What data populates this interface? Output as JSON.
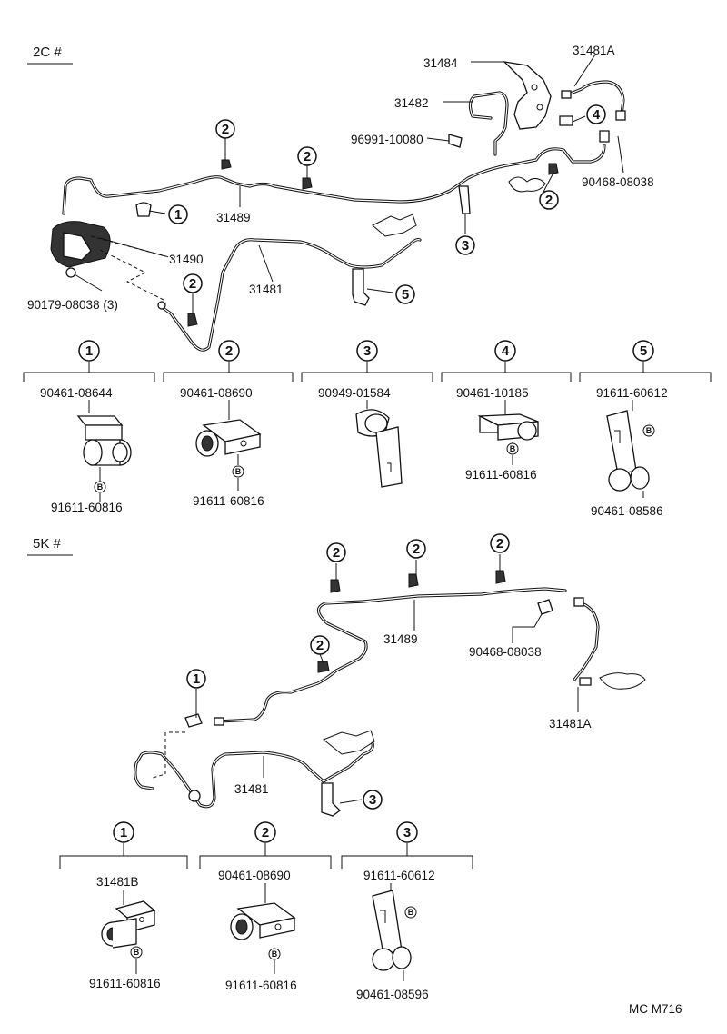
{
  "sections": {
    "top": "2C #",
    "bottom": "5K #"
  },
  "top_labels": {
    "p31484": "31484",
    "p31481a": "31481A",
    "p31482": "31482",
    "p96991": "96991-10080",
    "p90468": "90468-08038",
    "p31489": "31489",
    "p31490": "31490",
    "p31481": "31481",
    "p90179": "90179-08038 (3)"
  },
  "callouts": {
    "c1": "1",
    "c2": "2",
    "c3": "3",
    "c4": "4",
    "c5": "5",
    "b": "B"
  },
  "top_clips": {
    "c1_part": "90461-08644",
    "c1_bolt": "91611-60816",
    "c2_part": "90461-08690",
    "c2_bolt": "91611-60816",
    "c3_part": "90949-01584",
    "c4_part": "90461-10185",
    "c4_bolt": "91611-60816",
    "c5_bolt": "91611-60612",
    "c5_part": "90461-08586"
  },
  "bottom_labels": {
    "p31489": "31489",
    "p90468": "90468-08038",
    "p31481a": "31481A",
    "p31481": "31481"
  },
  "bottom_clips": {
    "c1_part": "31481B",
    "c1_bolt": "91611-60816",
    "c2_part": "90461-08690",
    "c2_bolt": "91611-60816",
    "c3_bolt": "91611-60612",
    "c3_part": "90461-08596"
  },
  "code": "MC M716"
}
